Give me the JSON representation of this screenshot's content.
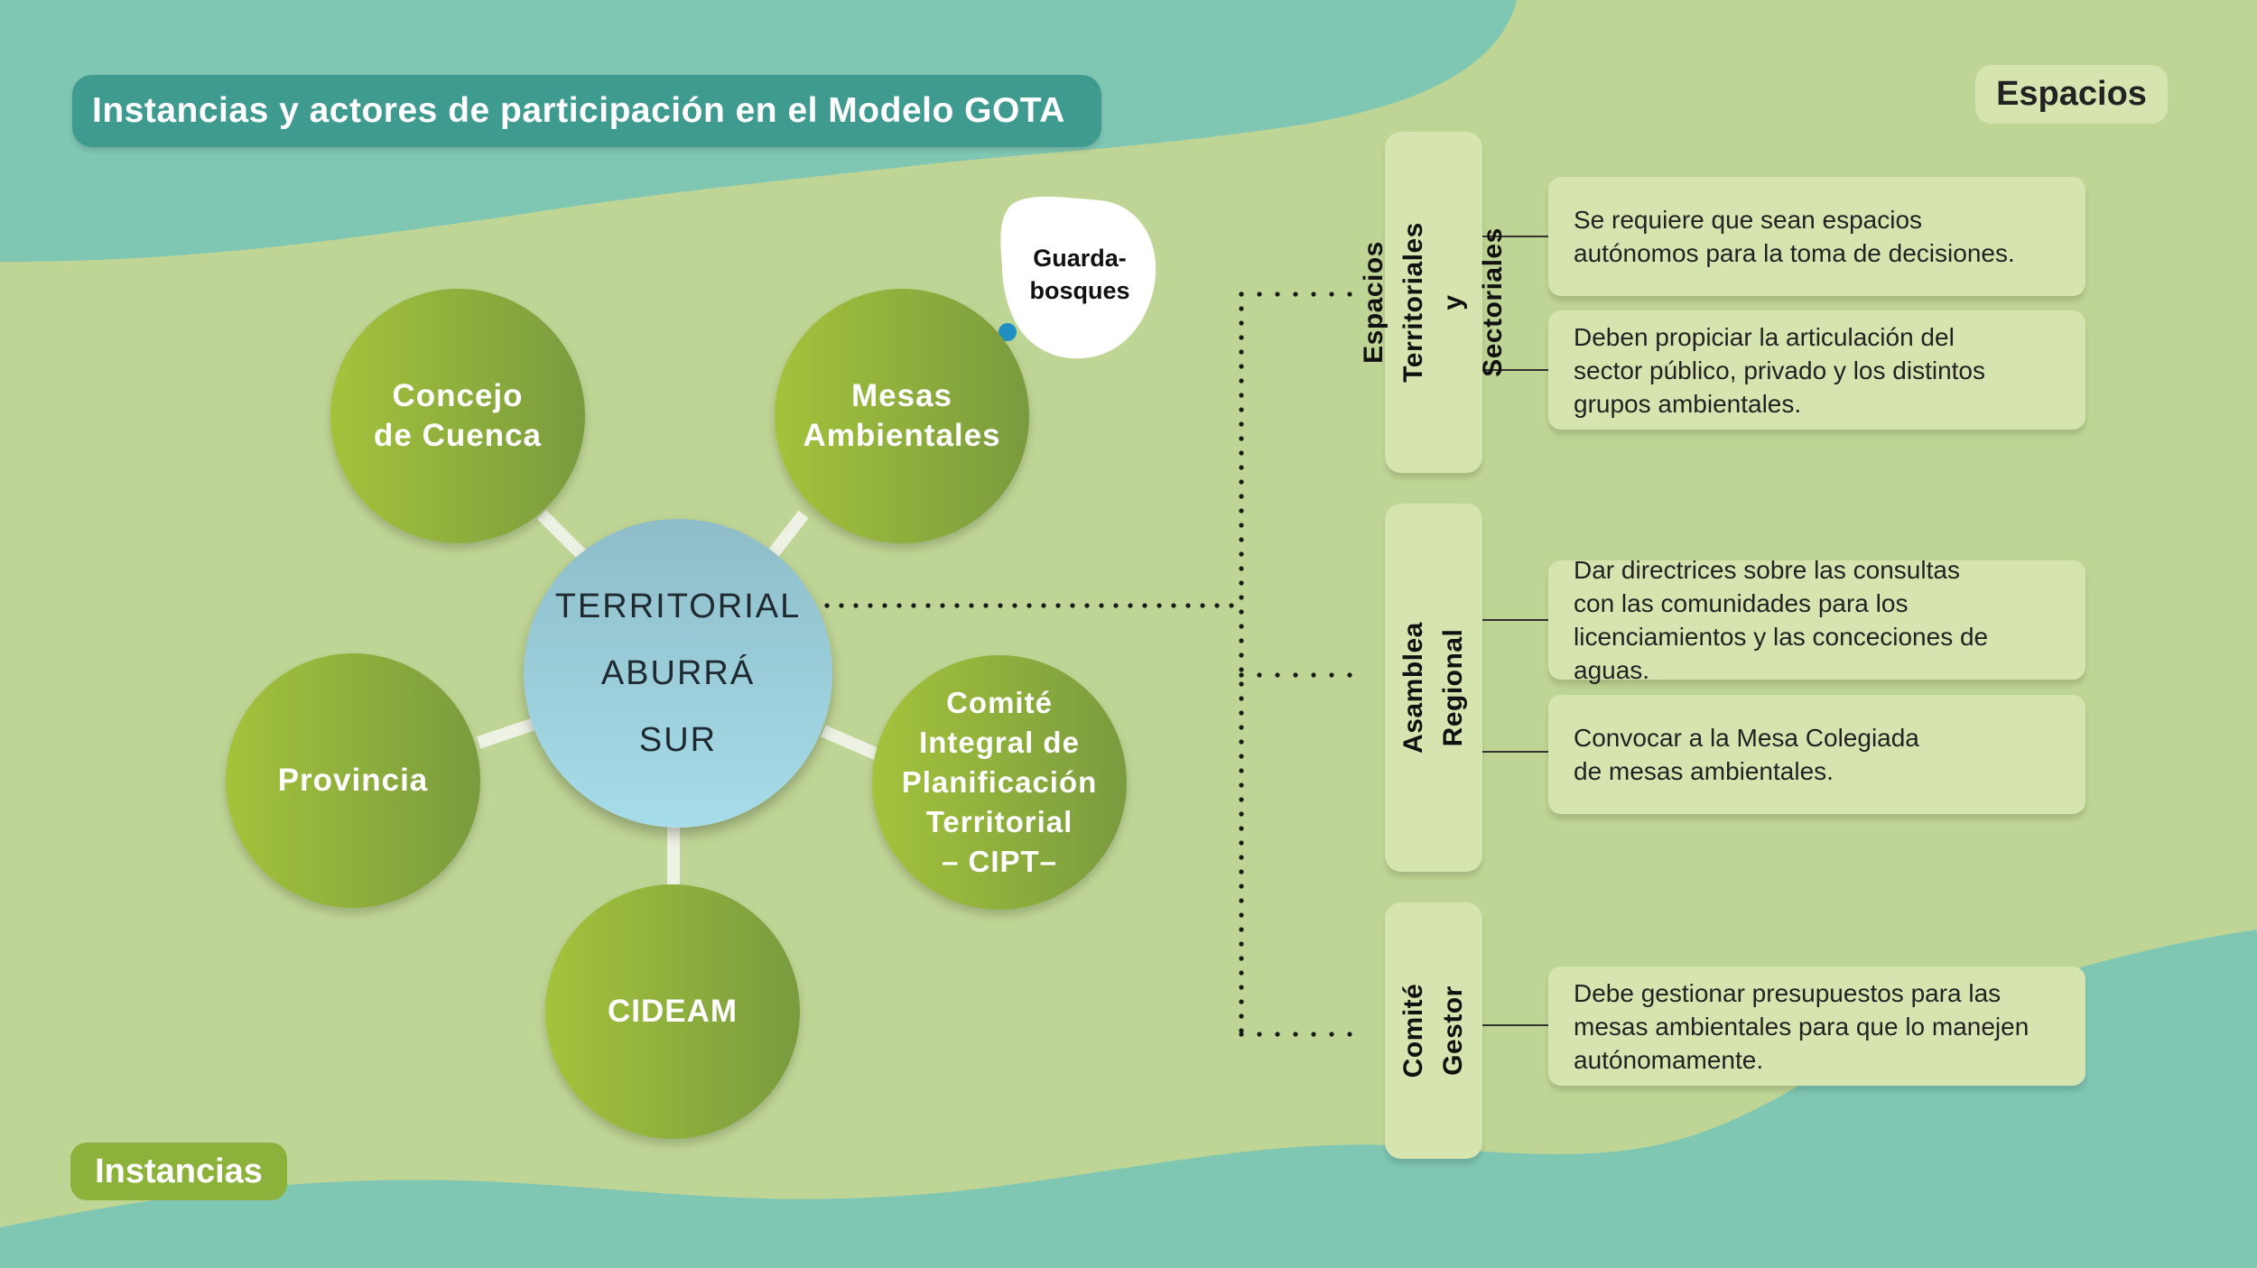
{
  "title": "Instancias y actores de participación en el Modelo GOTA",
  "espacios_label": "Espacios",
  "instancias_label": "Instancias",
  "center_label": "TERRITORIAL\nABURRÁ\nSUR",
  "nodes": {
    "concejo": "Concejo\nde Cuenca",
    "mesas": "Mesas\nAmbientales",
    "provincia": "Provincia",
    "cideam": "CIDEAM",
    "cipt": "Comité\nIntegral de\nPlanificación\nTerritorial\n– CIPT–"
  },
  "guardabosques": "Guarda-\nbosques",
  "espacios": [
    {
      "label": "Espacios Territoriales\ny Sectoriales",
      "items": [
        "Se requiere que sean espacios\nautónomos para la toma de decisiones.",
        "Deben propiciar la articulación del\nsector público, privado y los distintos\ngrupos ambientales."
      ]
    },
    {
      "label": "Asamblea Regional",
      "items": [
        "Dar directrices sobre las consultas\ncon las comunidades para los\nlicenciamientos y las conceciones de aguas.",
        "Convocar a la Mesa Colegiada\nde mesas ambientales."
      ]
    },
    {
      "label": "Comité Gestor",
      "items": [
        "Debe gestionar presupuestos para las\nmesas ambientales para que lo manejen\nautónomamente."
      ]
    }
  ],
  "colors": {
    "background": "#bfd595",
    "teal": "#7fc6b3",
    "title_bg": "#3f9b90",
    "node_green_light": "#a4c33c",
    "node_green_dark": "#7a9b3e",
    "center_blue": "#9fd3e0",
    "card_bg": "#d6e5b0"
  }
}
